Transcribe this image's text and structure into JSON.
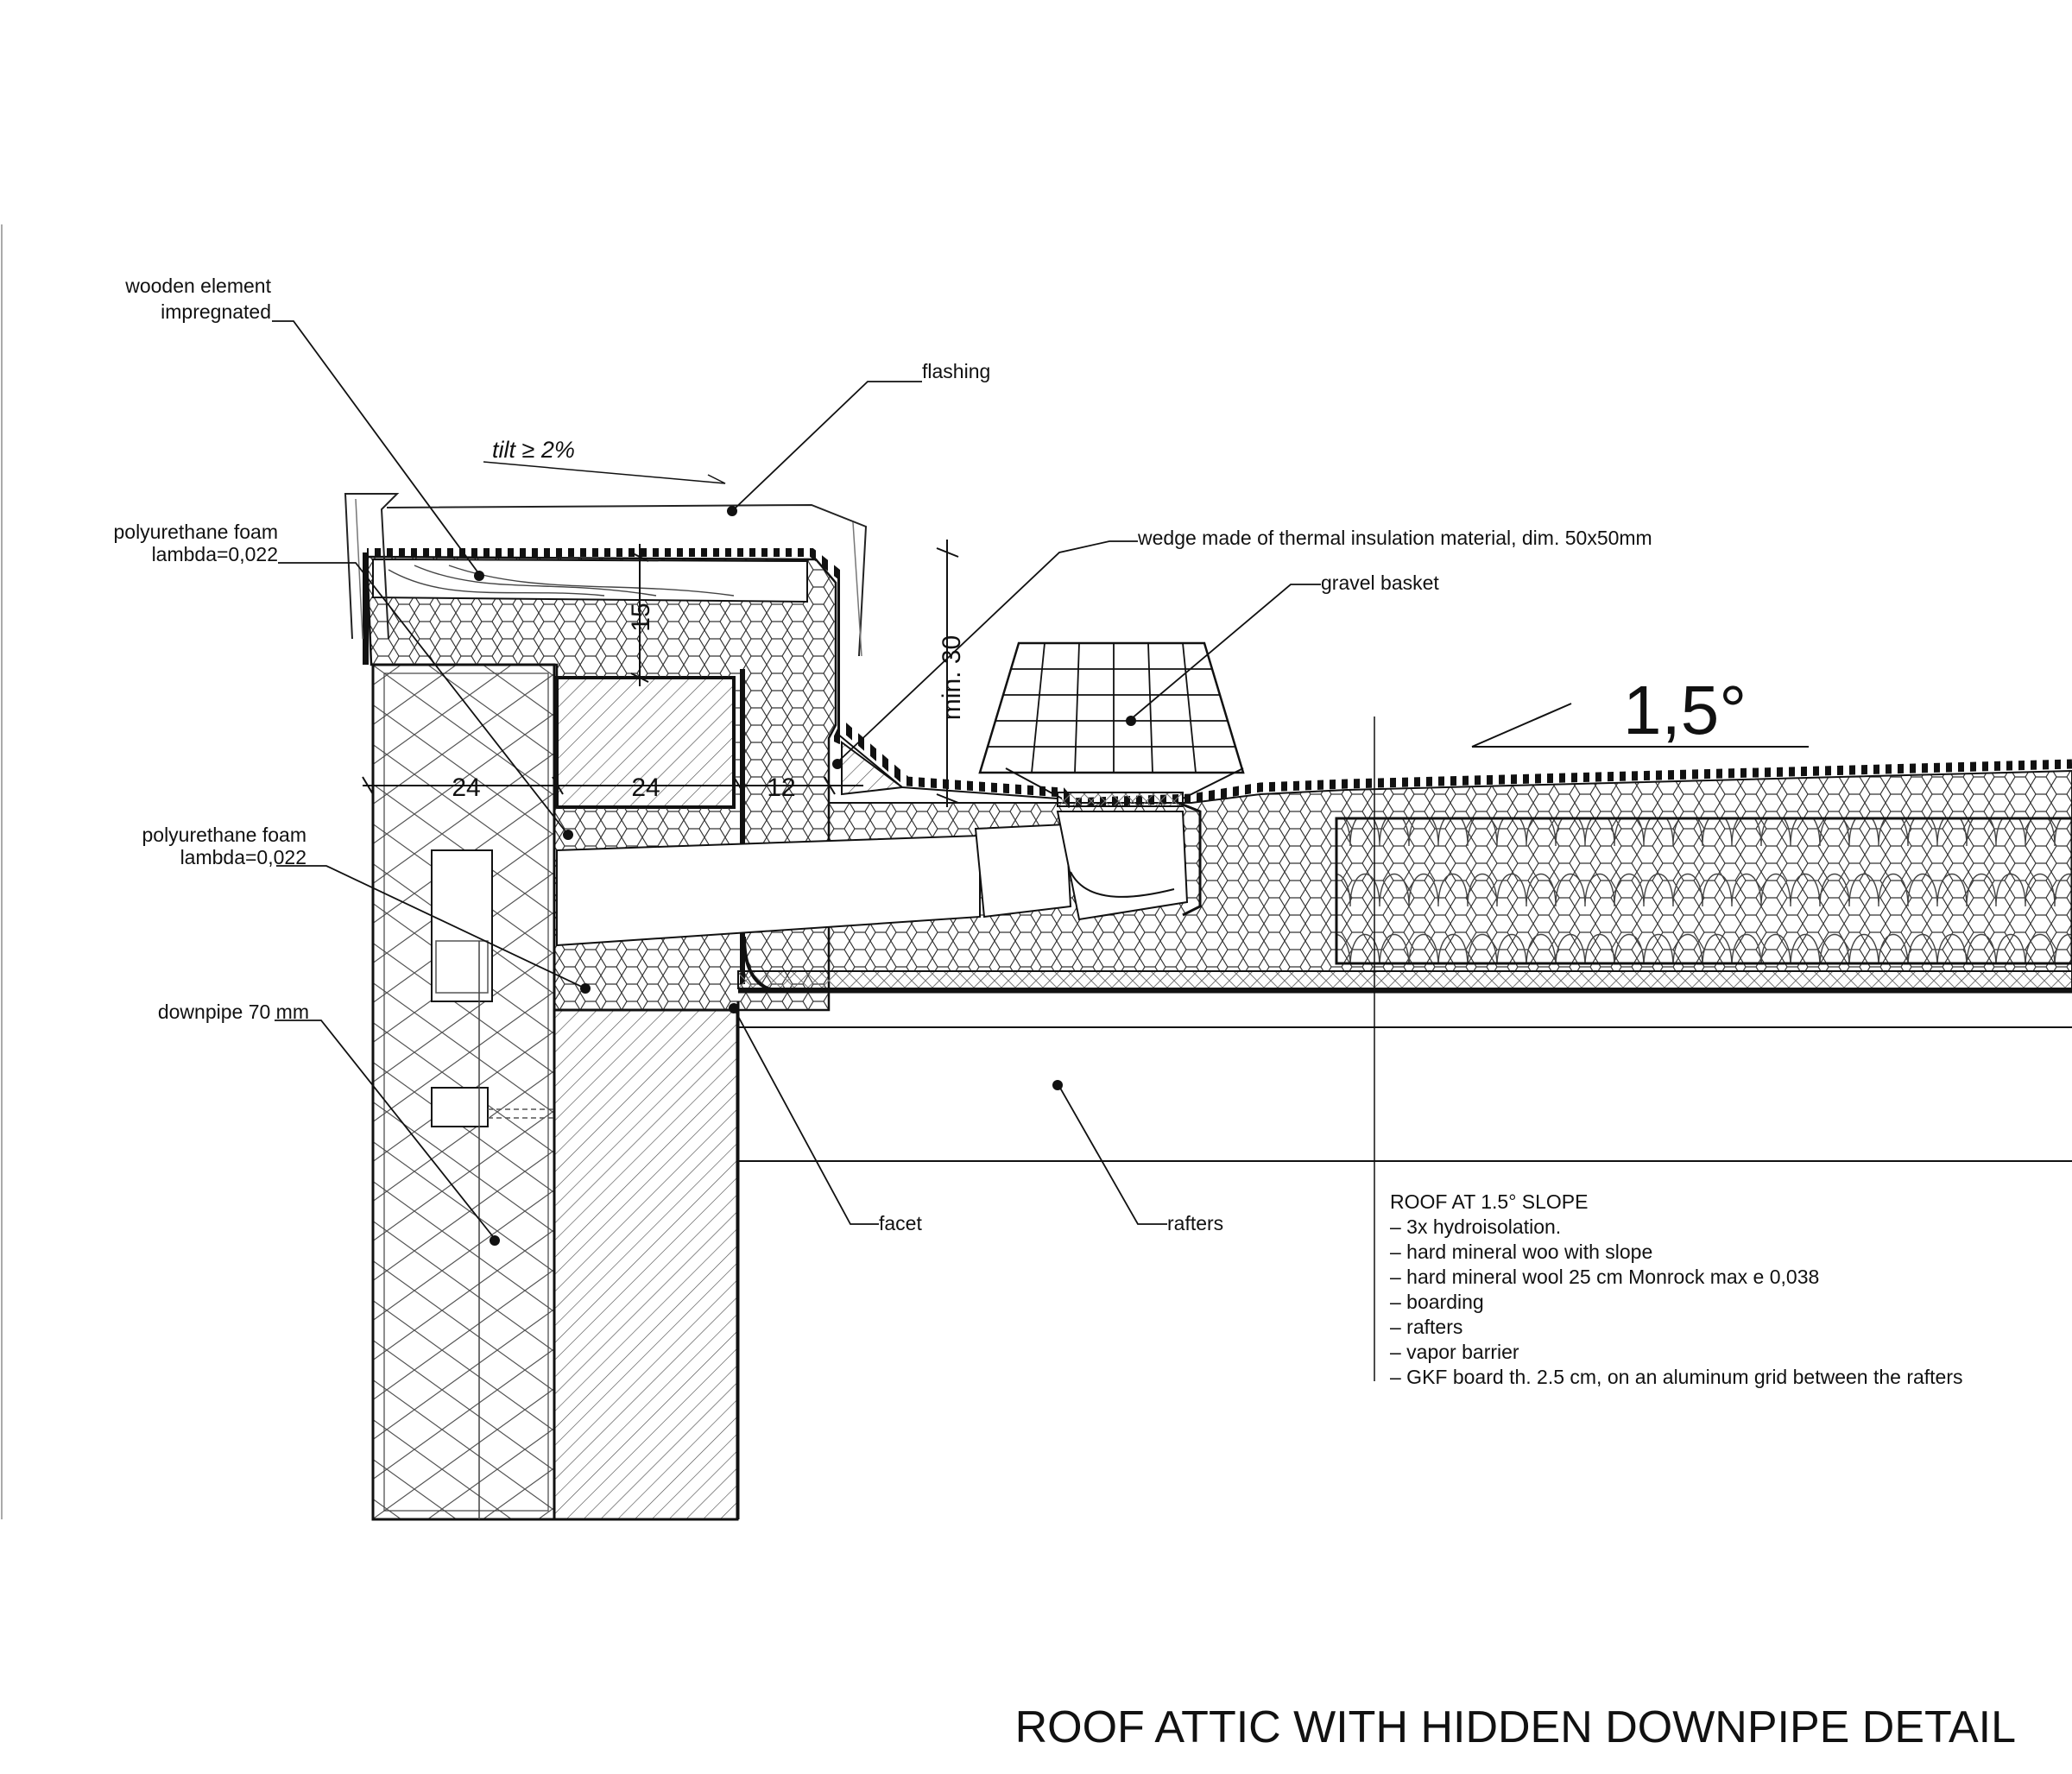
{
  "title": "ROOF ATTIC WITH HIDDEN DOWNPIPE  DETAIL",
  "labels": {
    "wooden_element_line1": "wooden element",
    "wooden_element_line2": "impregnated",
    "flashing": "flashing",
    "tilt": "tilt ≥ 2%",
    "pu_foam_top_line1": "polyurethane foam",
    "pu_foam_top_line2": "lambda=0,022",
    "pu_foam_mid_line1": "polyurethane foam",
    "pu_foam_mid_line2": "lambda=0,022",
    "downpipe": "downpipe 70 mm",
    "wedge": "wedge made of thermal insulation material, dim. 50x50mm",
    "gravel_basket": "gravel basket",
    "facet": "facet",
    "rafters": "rafters",
    "angle": "1,5°"
  },
  "dimensions": {
    "d1": "24",
    "d2": "24",
    "d3": "12",
    "d4": "15",
    "min30": "min. 30"
  },
  "roof_notes": {
    "heading": "ROOF AT 1.5° SLOPE",
    "items": [
      "– 3x hydroisolation.",
      "– hard mineral woo with slope",
      "– hard mineral wool 25 cm Monrock max e 0,038",
      "– boarding",
      "– rafters",
      "– vapor barrier",
      "– GKF board th. 2.5 cm, on an aluminum grid between the rafters"
    ]
  },
  "colors": {
    "ink": "#111111",
    "paper": "#ffffff"
  }
}
